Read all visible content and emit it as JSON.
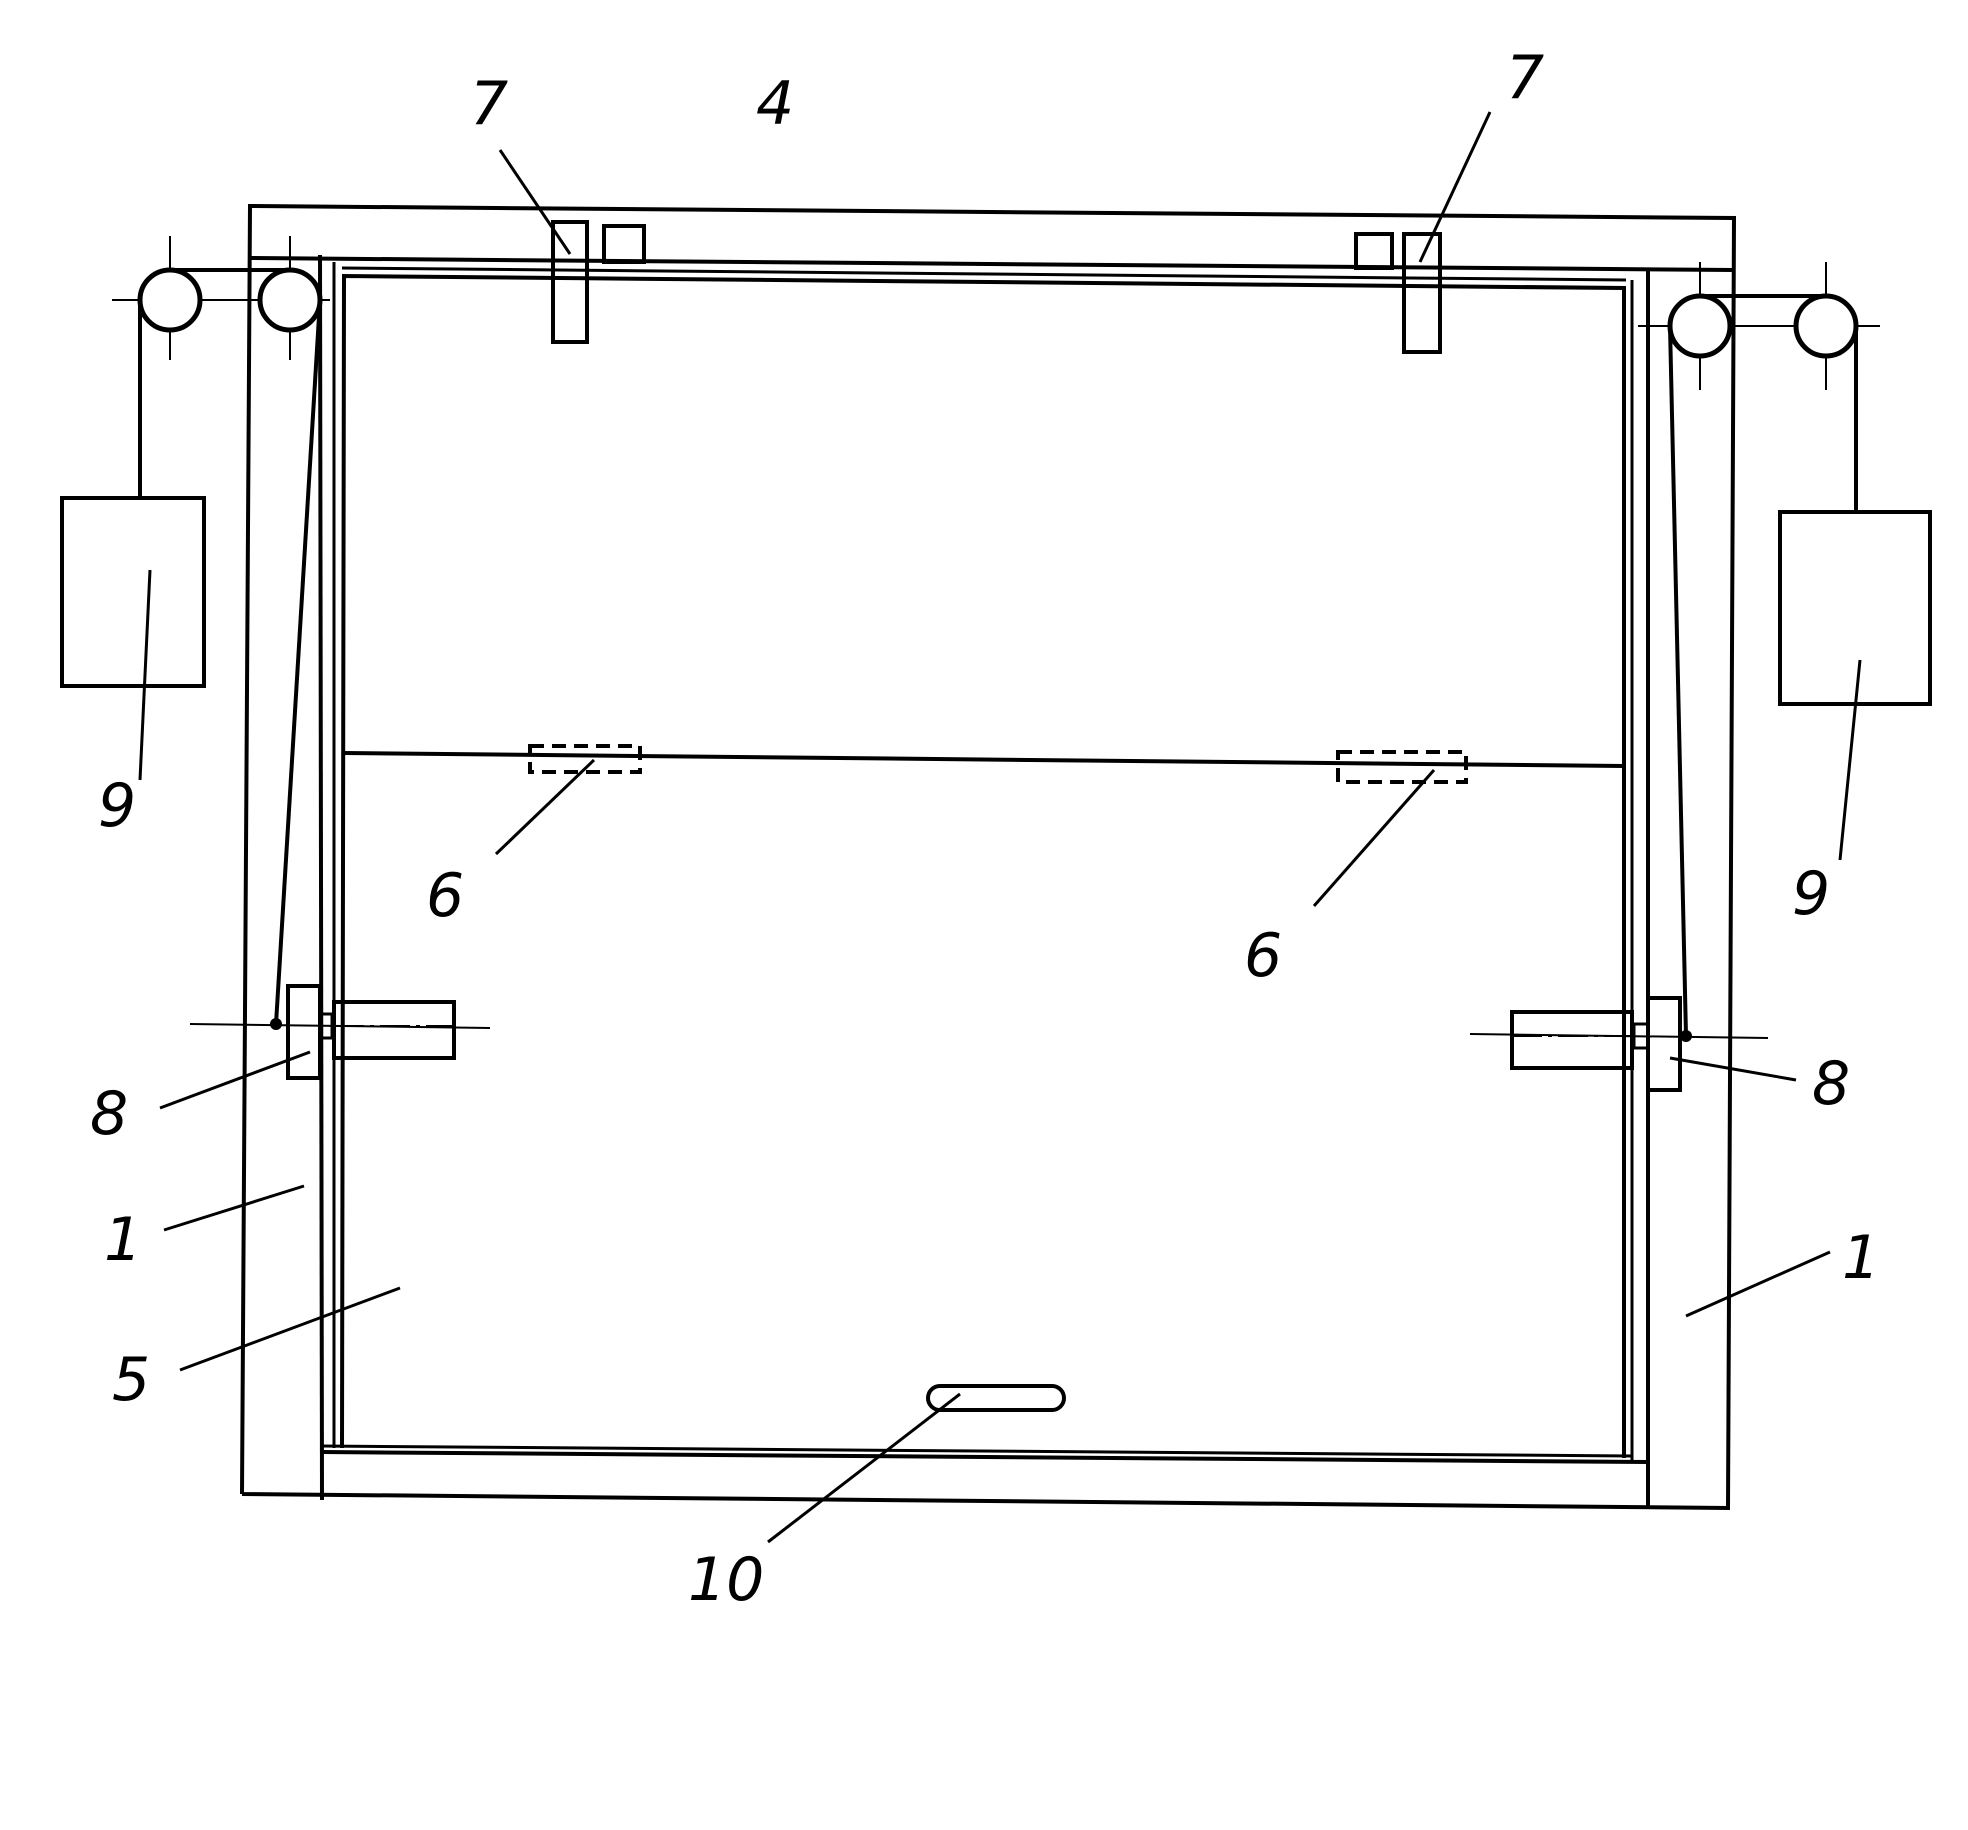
{
  "labels": {
    "frame": "1",
    "upper_panel": "4",
    "lower_panel": "5",
    "hinge": "6",
    "roller": "7",
    "pulley_bracket": "8",
    "counterweight": "9",
    "handle": "10"
  },
  "colors": {
    "line": "#000000",
    "background": "#ffffff"
  }
}
